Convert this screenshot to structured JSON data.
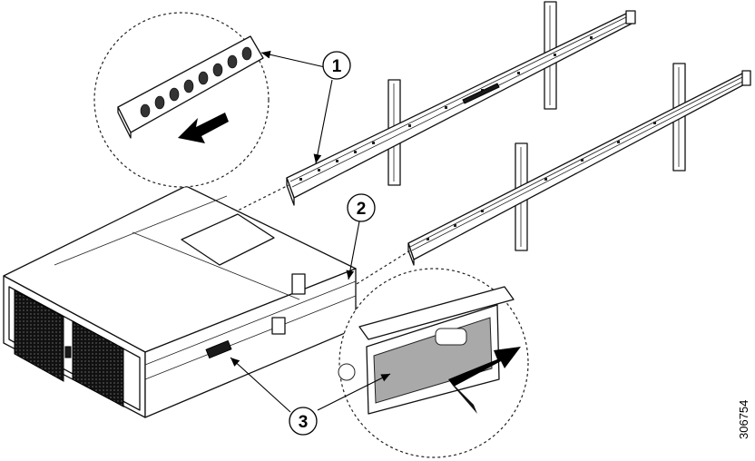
{
  "callouts": [
    {
      "label": "1"
    },
    {
      "label": "2"
    },
    {
      "label": "3"
    }
  ],
  "figure_number": "306754",
  "icons": {
    "direction_arrow": "left-arrow",
    "push_arrow": "push-right-arrow"
  },
  "colors": {
    "line": "#111111",
    "latch_grey": "#a9a9a9",
    "background": "#ffffff"
  }
}
